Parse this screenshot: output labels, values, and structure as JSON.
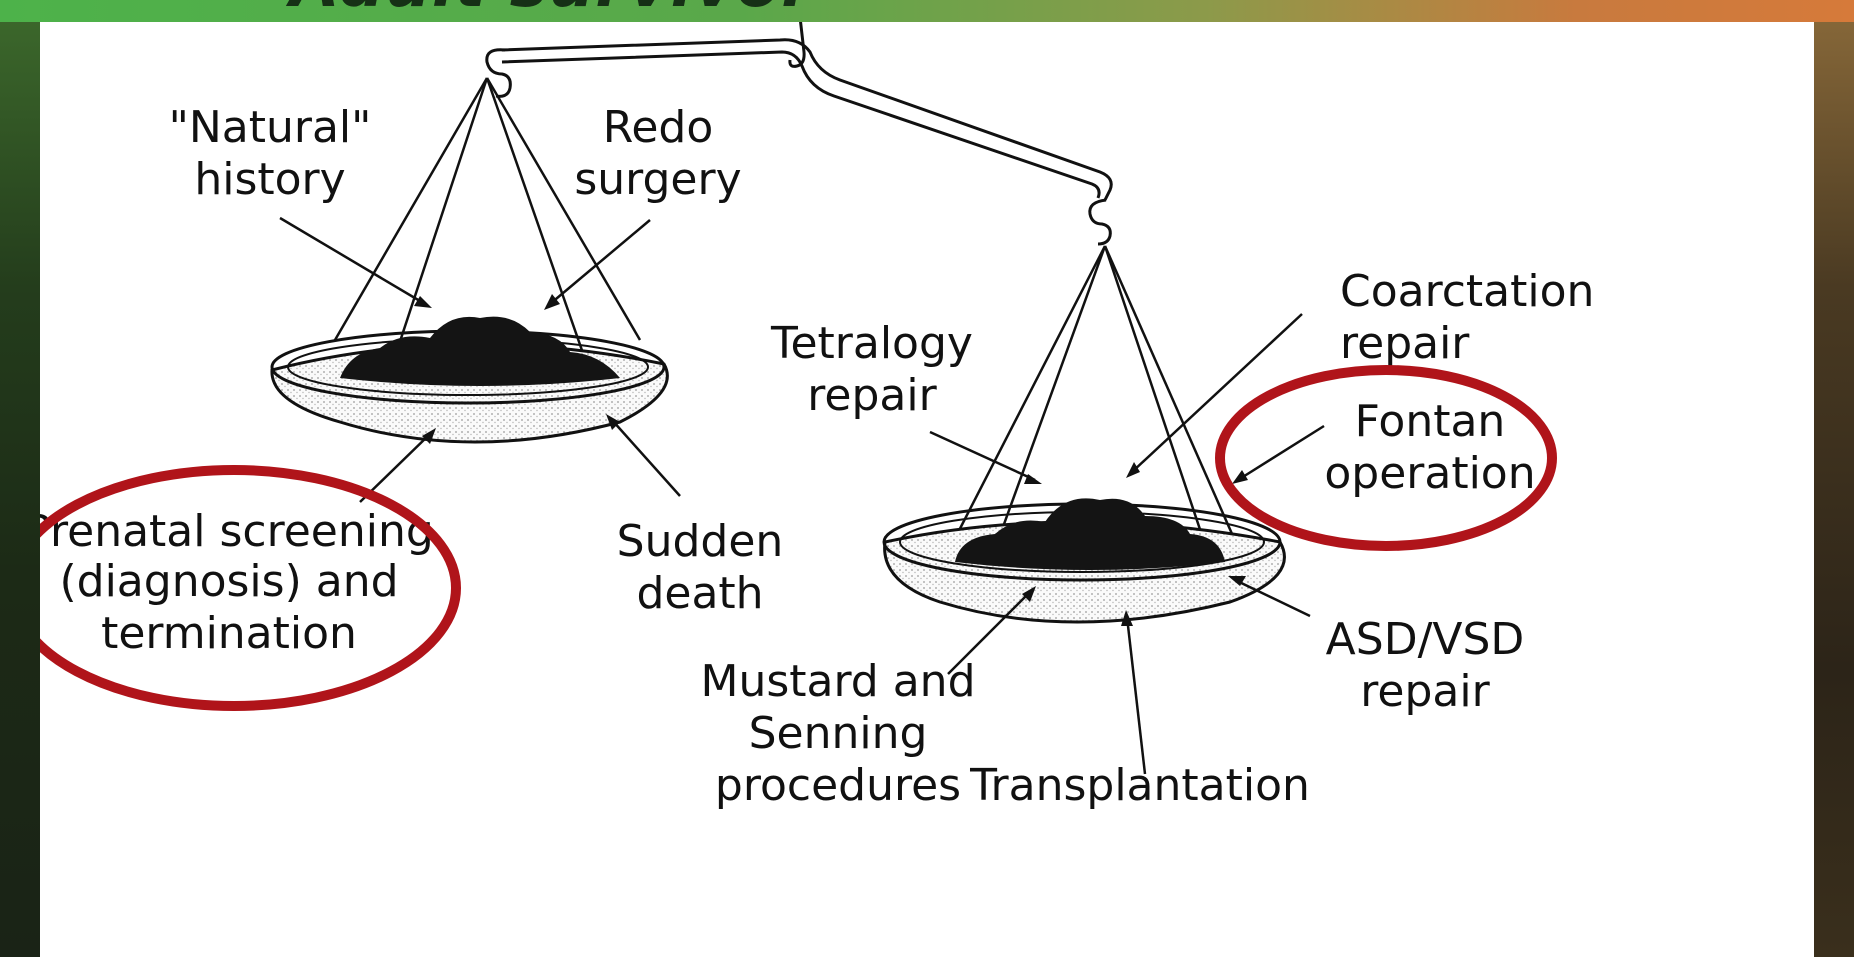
{
  "slide": {
    "title_fragment": "Adult survivor"
  },
  "diagram": {
    "left_pan_labels": {
      "natural_history": [
        "\"Natural\"",
        "history"
      ],
      "redo_surgery": [
        "Redo",
        "surgery"
      ],
      "prenatal": [
        "Prenatal screening",
        "(diagnosis) and",
        "termination"
      ],
      "sudden_death": [
        "Sudden",
        "death"
      ]
    },
    "right_pan_labels": {
      "tetralogy": [
        "Tetralogy",
        "repair"
      ],
      "coarctation": [
        "Coarctation",
        "repair"
      ],
      "fontan": [
        "Fontan",
        "operation"
      ],
      "asd_vsd": [
        "ASD/VSD",
        "repair"
      ],
      "mustard": [
        "Mustard and",
        "Senning",
        "procedures"
      ],
      "transplantation": [
        "Transplantation"
      ]
    },
    "highlight_color": "#b0141a"
  }
}
